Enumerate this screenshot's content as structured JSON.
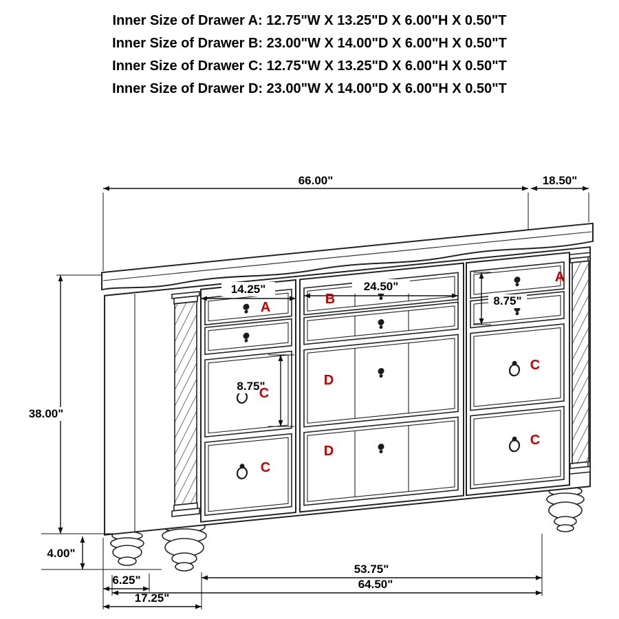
{
  "header_lines": [
    "Inner Size of Drawer A: 12.75\"W X 13.25\"D X 6.00\"H X 0.50\"T",
    "Inner Size of Drawer B: 23.00\"W X 14.00\"D X 6.00\"H X 0.50\"T",
    "Inner Size of Drawer C: 12.75\"W X 13.25\"D X 6.00\"H X 0.50\"T",
    "Inner Size of Drawer D: 23.00\"W X 14.00\"D X 6.00\"H X 0.50\"T"
  ],
  "dims": {
    "top_width": "66.00\"",
    "top_depth": "18.50\"",
    "overall_height": "38.00\"",
    "foot_height": "4.00\"",
    "drawer_b_width": "24.50\"",
    "drawer_a_left_width": "14.25\"",
    "drawer_a_right_height": "8.75\"",
    "drawer_c_left_height": "8.75\"",
    "feet_span_width": "53.75\"",
    "base_overall_width": "64.50\"",
    "foot_front_offset": "6.25\"",
    "side_base_depth": "17.25\""
  },
  "drawer_labels": {
    "a": "A",
    "b": "B",
    "c": "C",
    "d": "D"
  },
  "colors": {
    "drawer_letter_red": "#c00000",
    "line_black": "#111111",
    "background": "#ffffff"
  }
}
